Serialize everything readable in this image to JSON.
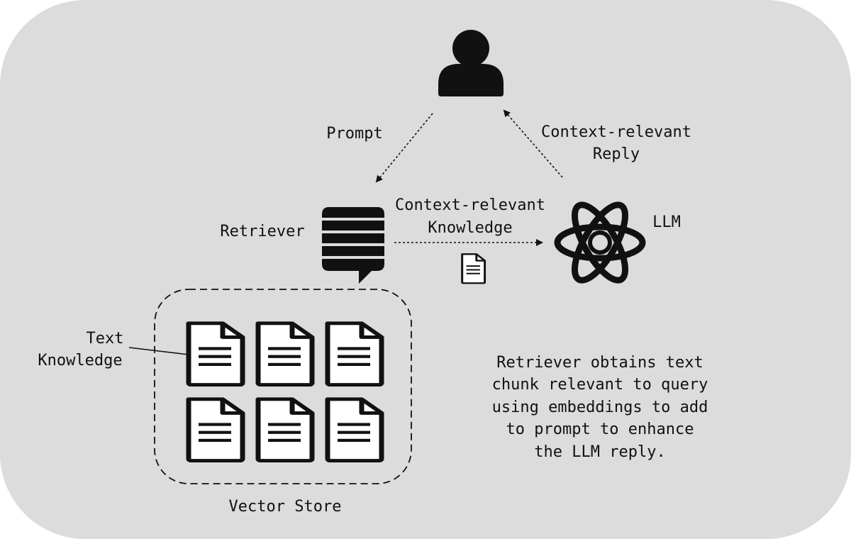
{
  "labels": {
    "prompt": "Prompt",
    "reply_line1": "Context-relevant",
    "reply_line2": "Reply",
    "retriever": "Retriever",
    "knowledge_line1": "Context-relevant",
    "knowledge_line2": "Knowledge",
    "llm": "LLM",
    "text_line1": "Text",
    "text_line2": "Knowledge",
    "vector_store": "Vector Store"
  },
  "description": [
    "Retriever obtains text",
    "chunk relevant to query",
    "using embeddings to add",
    "to prompt to enhance",
    "the LLM reply."
  ],
  "icons": {
    "user": "user-icon",
    "retriever": "database-speech-icon",
    "llm": "llm-knot-icon",
    "document": "document-icon"
  },
  "colors": {
    "background": "#dcdcdc",
    "ink": "#111111"
  }
}
